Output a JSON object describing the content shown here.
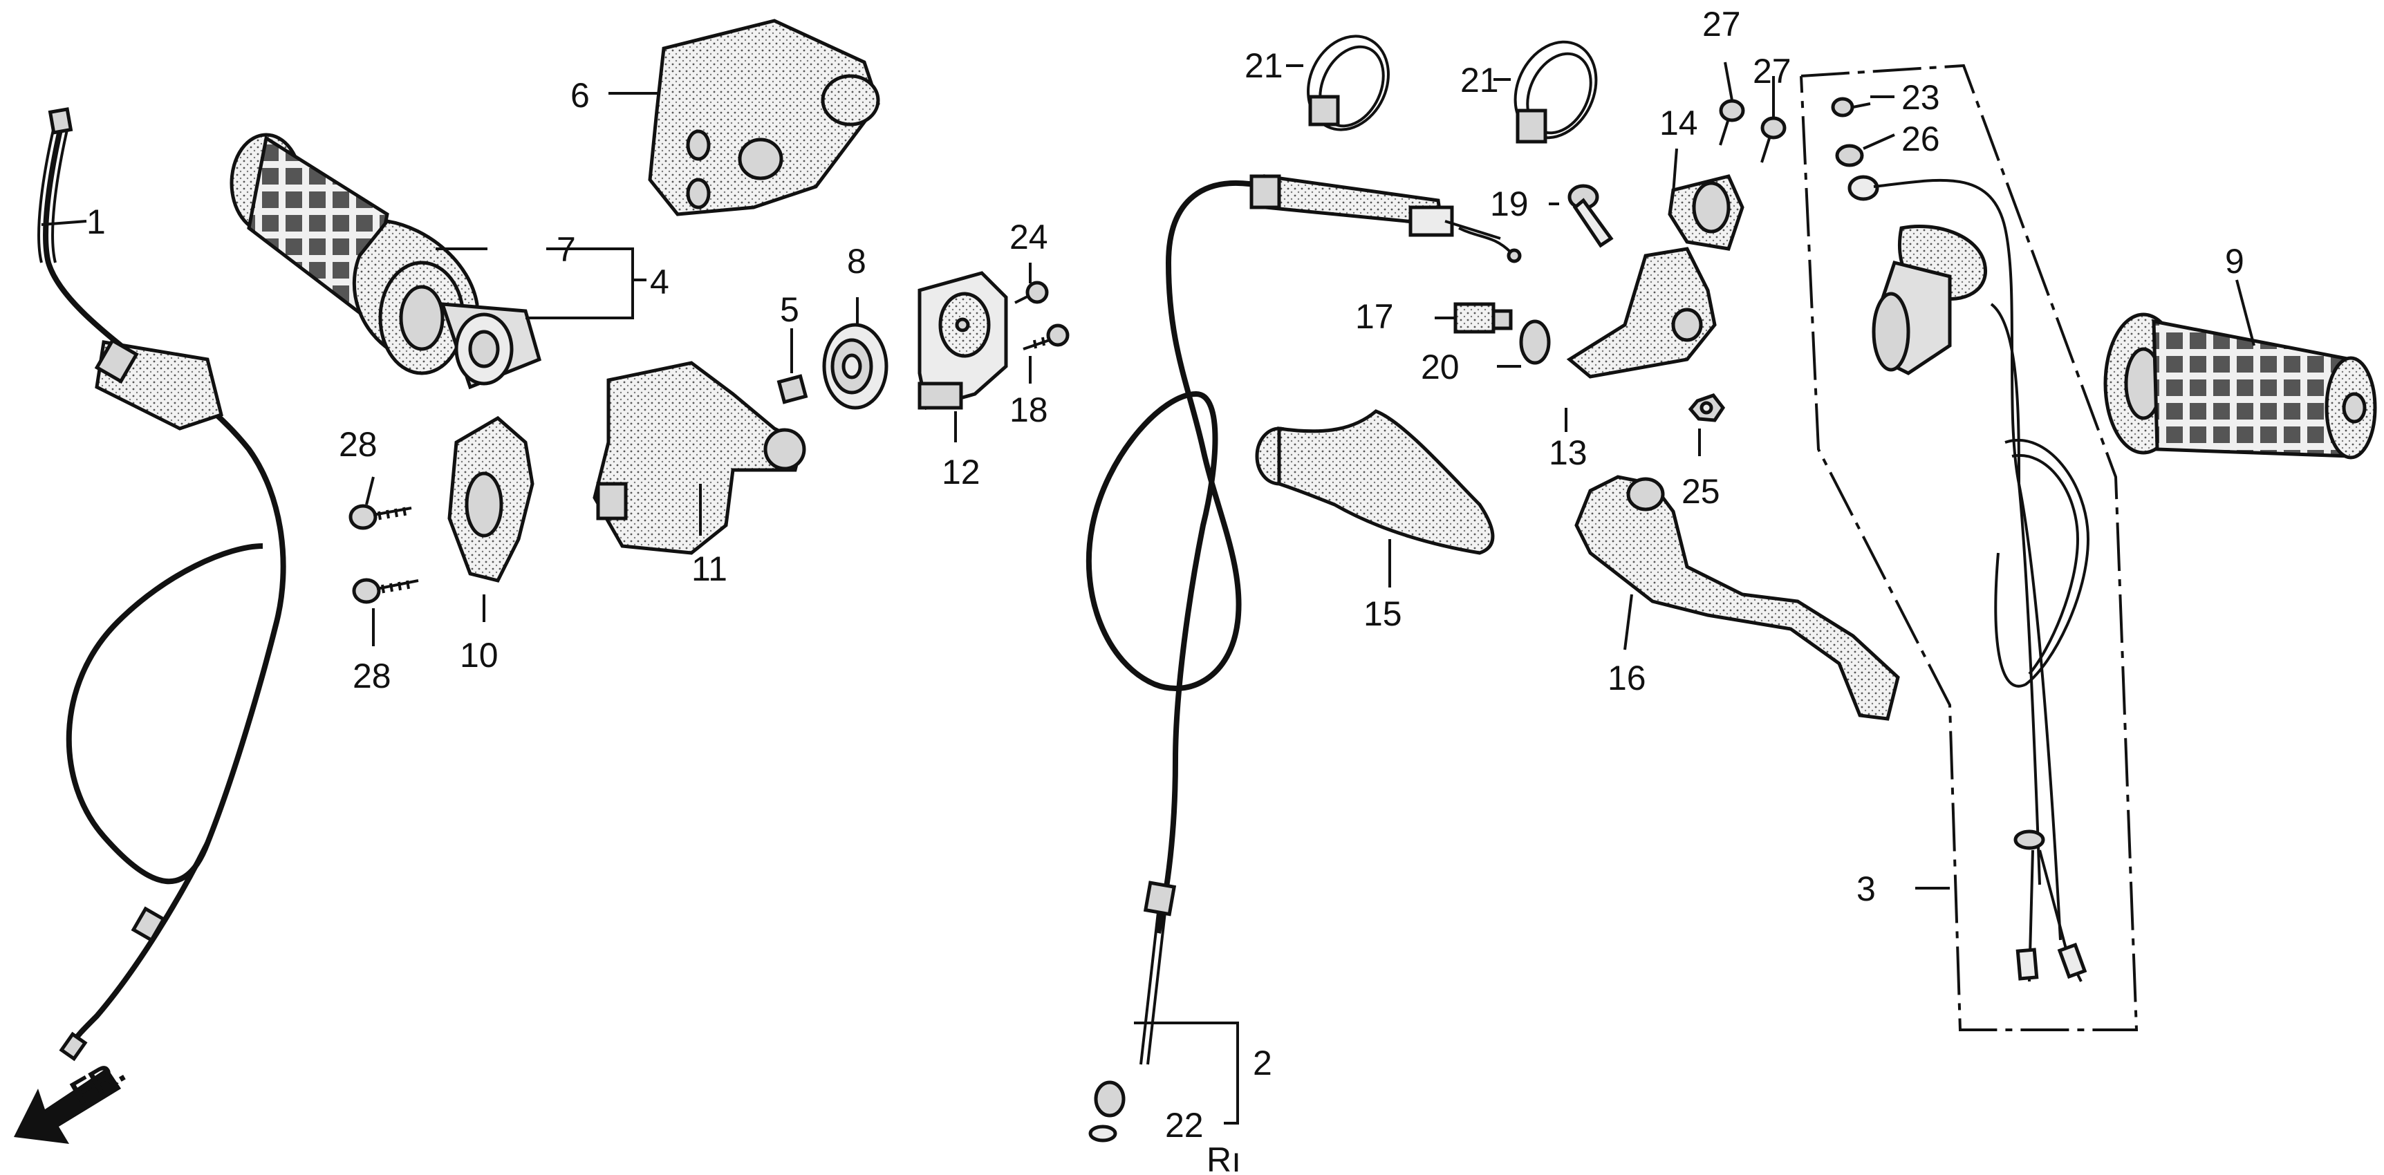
{
  "diagram": {
    "direction_label": "FR.",
    "corner_mark": "Rı",
    "callouts": {
      "p1": "1",
      "p2": "2",
      "p3": "3",
      "p4": "4",
      "p5": "5",
      "p6": "6",
      "p7": "7",
      "p8": "8",
      "p9": "9",
      "p10": "10",
      "p11": "11",
      "p12": "12",
      "p13": "13",
      "p14": "14",
      "p15": "15",
      "p16": "16",
      "p17": "17",
      "p18": "18",
      "p19": "19",
      "p20": "20",
      "p21a": "21",
      "p21b": "21",
      "p22": "22",
      "p23": "23",
      "p24": "24",
      "p25": "25",
      "p26": "26",
      "p27a": "27",
      "p27b": "27",
      "p28a": "28",
      "p28b": "28"
    },
    "icons": [
      "throttle-cable",
      "clutch-cable",
      "handlebar-switch",
      "throttle-grip",
      "throttle-housing",
      "hand-grip",
      "clutch-lever",
      "lever-cover",
      "direction-arrow"
    ]
  }
}
